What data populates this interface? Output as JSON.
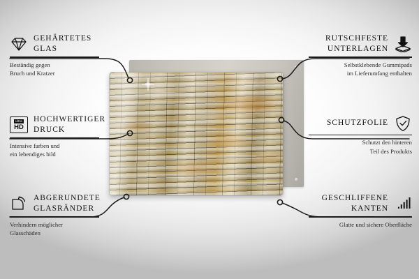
{
  "product": {
    "type": "glass-splashback-panel",
    "image_subject": "stacked stone slate wall",
    "panel_label": "",
    "backer_label": ""
  },
  "features": {
    "left": [
      {
        "id": "tempered-glass",
        "icon": "diamond-icon",
        "title_line1": "GEHÄRTETES",
        "title_line2": "GLAS",
        "desc_line1": "Beständig gegen",
        "desc_line2": "Bruch und Kratzer"
      },
      {
        "id": "high-quality-print",
        "icon": "ultra-hd-icon",
        "title_line1": "HOCHWERTIGER",
        "title_line2": "DRUCK",
        "desc_line1": "Intensive farben und",
        "desc_line2": "ein lebendiges bild"
      },
      {
        "id": "rounded-glass-edges",
        "icon": "rounded-corner-icon",
        "title_line1": "ABGERUNDETE",
        "title_line2": "GLASRÄNDER",
        "desc_line1": "Verhindern möglicher",
        "desc_line2": "Glasschäden"
      }
    ],
    "right": [
      {
        "id": "non-slip-pads",
        "icon": "down-arrow-pad-icon",
        "title_line1": "RUTSCHFESTE",
        "title_line2": "UNTERLAGEN",
        "desc_line1": "Selbstklebende Gummipads",
        "desc_line2": "im Lieferumfang enthalten"
      },
      {
        "id": "protective-film",
        "icon": "shield-check-icon",
        "title_line1": "SCHUTZFOLIE",
        "title_line2": "",
        "desc_line1": "Schutzt den hinteren",
        "desc_line2": "Teil des Produkts"
      },
      {
        "id": "polished-edges",
        "icon": "hatched-triangle-icon",
        "title_line1": "GESCHLIFFENE",
        "title_line2": "KANTEN",
        "desc_line1": "Glatte und sichere Oberfläche",
        "desc_line2": ""
      }
    ]
  },
  "colors": {
    "text": "#111111",
    "desc_text": "#2a2a2a",
    "rule": "#1b1b1b",
    "wire": "#1c1c1c",
    "background_center": "#ffffff",
    "background_edge": "#bdbdbd",
    "backer_panel": "#c9c6c0",
    "stone_warm": "#c0a571",
    "stone_light": "#ded6c0"
  }
}
